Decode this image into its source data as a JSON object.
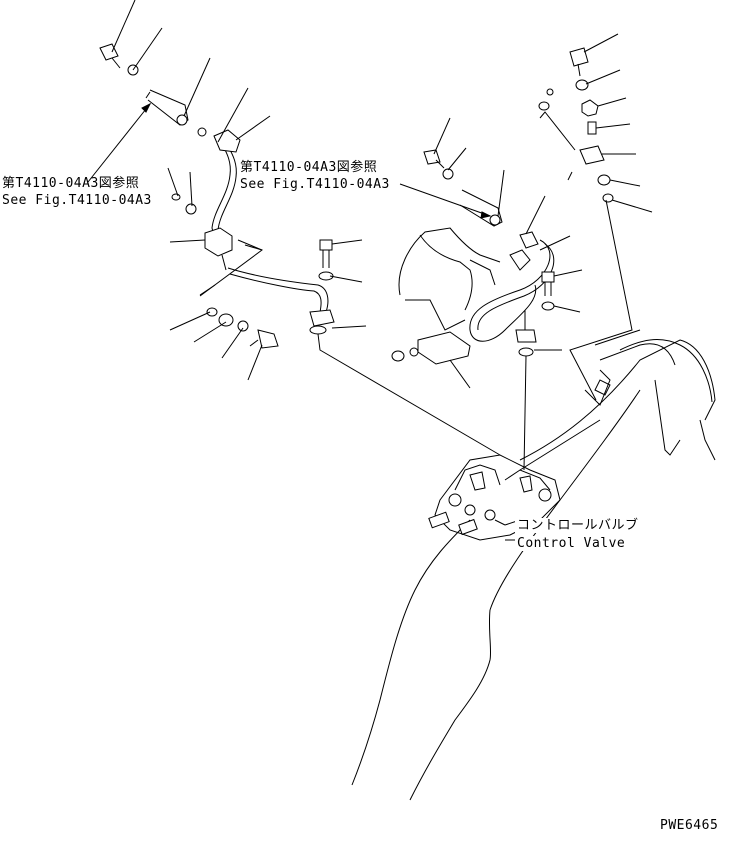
{
  "labels": {
    "ref_left_jp": "第T4110-04A3図参照",
    "ref_left_en": "See Fig.T4110-04A3",
    "ref_mid_jp": "第T4110-04A3図参照",
    "ref_mid_en": "See Fig.T4110-04A3",
    "valve_jp": "コントロールバルブ",
    "valve_en": "Control Valve",
    "drawing_code": "PWE6465"
  },
  "colors": {
    "ink": "#000000",
    "paper": "#ffffff"
  }
}
